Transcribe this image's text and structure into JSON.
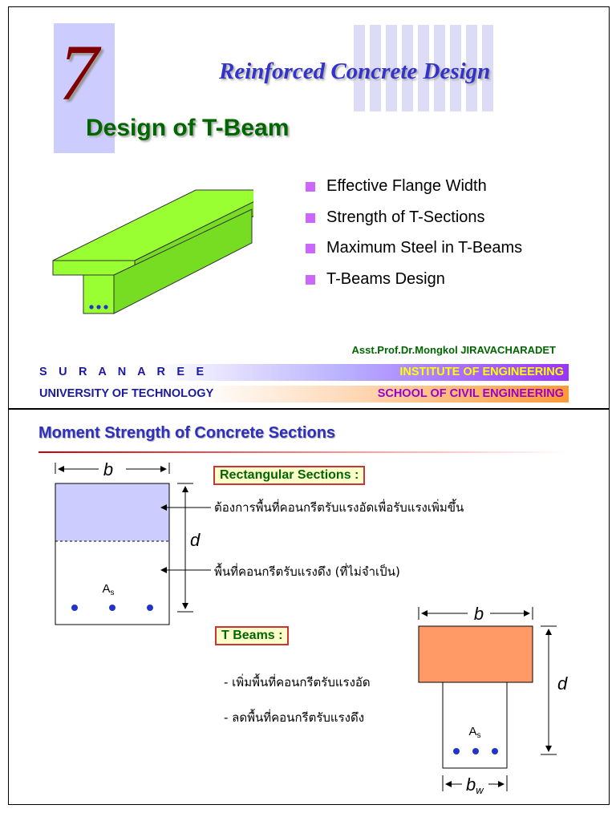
{
  "slide1": {
    "chapter_number": "7",
    "course_title": "Reinforced Concrete Design",
    "chapter_title": "Design of T-Beam",
    "topics": [
      "Effective Flange Width",
      "Strength of T-Sections",
      "Maximum Steel in T-Beams",
      "T-Beams Design"
    ],
    "author": "Asst.Prof.Dr.Mongkol JIRAVACHARADET",
    "footer": {
      "left_top": "S U R A N A R E E",
      "left_bottom": "UNIVERSITY OF TECHNOLOGY",
      "right_top": "INSTITUTE OF ENGINEERING",
      "right_bottom": "SCHOOL OF CIVIL ENGINEERING"
    },
    "colors": {
      "beam": "#99ff33",
      "bullet": "#cc66ff",
      "title_green": "#006600",
      "course_blue": "#3333cc",
      "number": "#800000"
    }
  },
  "slide2": {
    "title": "Moment Strength of Concrete Sections",
    "rect_label": "Rectangular Sections :",
    "rect_note_top": "ต้องการพื้นที่คอนกรีตรับแรงอัดเพื่อรับแรงเพิ่มขึ้น",
    "rect_note_bottom": "พื้นที่คอนกรีตรับแรงดึง (ที่ไม่จำเป็น)",
    "tbeam_label": "T Beams :",
    "tbeam_notes": [
      "- เพิ่มพื้นที่คอนกรีตรับแรงอัด",
      "- ลดพื้นที่คอนกรีตรับแรงดึง"
    ],
    "symbols": {
      "b": "b",
      "d": "d",
      "As": "A",
      "As_sub": "s",
      "bw": "b",
      "bw_sub": "w"
    },
    "colors": {
      "compression_zone": "#ccccff",
      "flange": "#ff9966",
      "rebar": "#2233cc"
    }
  }
}
